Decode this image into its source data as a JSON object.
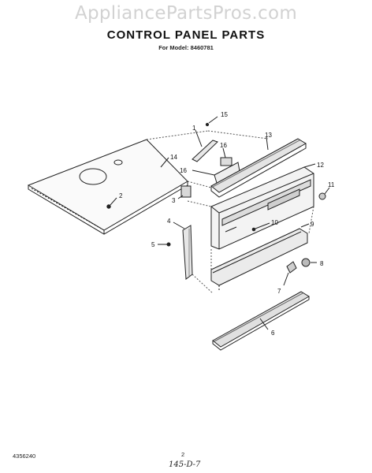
{
  "watermark": "AppliancePartsPros.com",
  "title": "CONTROL PANEL PARTS",
  "subtitle": "For Model: 8460781",
  "footer": {
    "doc_number": "4356240",
    "page_number": "2",
    "handwritten": "145-D-7"
  },
  "callouts": [
    "1",
    "2",
    "3",
    "4",
    "5",
    "6",
    "7",
    "8",
    "9",
    "10",
    "11",
    "12",
    "13",
    "14",
    "15",
    "16"
  ]
}
